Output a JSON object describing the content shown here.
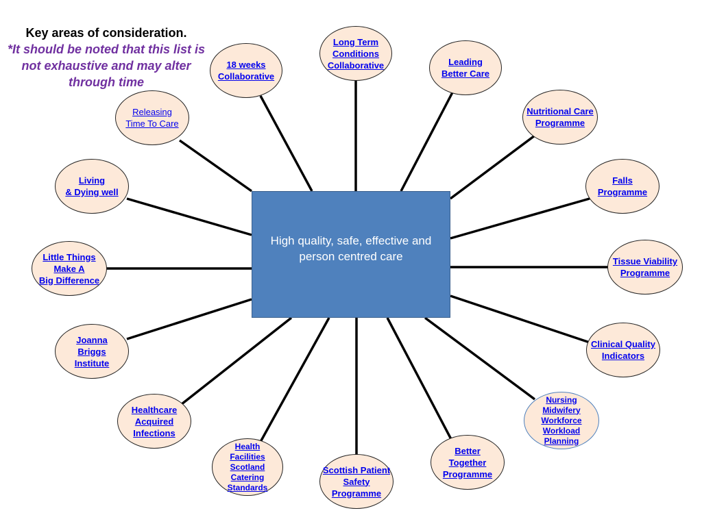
{
  "heading": {
    "title": "Key areas of consideration.",
    "note": "*It should be noted that this list is not exhaustive and may alter through time"
  },
  "center": {
    "text": "High quality, safe, effective and person centred care"
  },
  "nodes": [
    {
      "label": "Long Term\n Conditions\nCollaborative"
    },
    {
      "label": "Leading \nBetter Care "
    },
    {
      "label": "Nutritional Care\nProgramme"
    },
    {
      "label": "Falls \nProgramme"
    },
    {
      "label": "Tissue Viability\nProgramme"
    },
    {
      "label": "Clinical Quality\nIndicators"
    },
    {
      "label": "Nursing\nMidwifery\nWorkforce\nWorkload\nPlanning"
    },
    {
      "label": "Better \nTogether \nProgramme"
    },
    {
      "label": "Scottish Patient\nSafety \nProgramme"
    },
    {
      "label": "Health\nFacilities Scotland\nCatering \nStandards"
    },
    {
      "label": "Healthcare\nAcquired\nInfections"
    },
    {
      "label": "Joanna\nBriggs\nInstitute"
    },
    {
      "label": "Little Things \nMake A \nBig Difference"
    },
    {
      "label": "Living\n& Dying well"
    },
    {
      "label": "Releasing \nTime To Care"
    },
    {
      "label": "18 weeks\nCollaborative"
    }
  ],
  "colors": {
    "center_fill": "#4f81bd",
    "node_fill": "#fde9d9",
    "link_text": "#0000ee",
    "note_text": "#7030a0"
  }
}
